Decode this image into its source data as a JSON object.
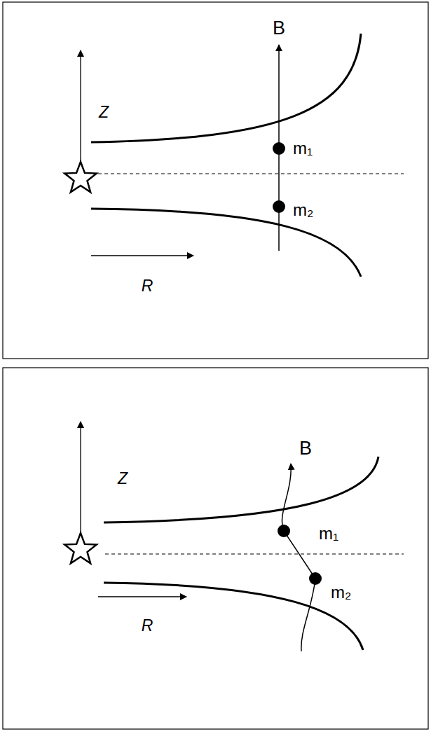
{
  "diagram": {
    "labels": [
      "B",
      "Z",
      "m₁",
      "m₂",
      "R",
      "B",
      "Z",
      "m₁",
      "m₂",
      "R"
    ]
  }
}
